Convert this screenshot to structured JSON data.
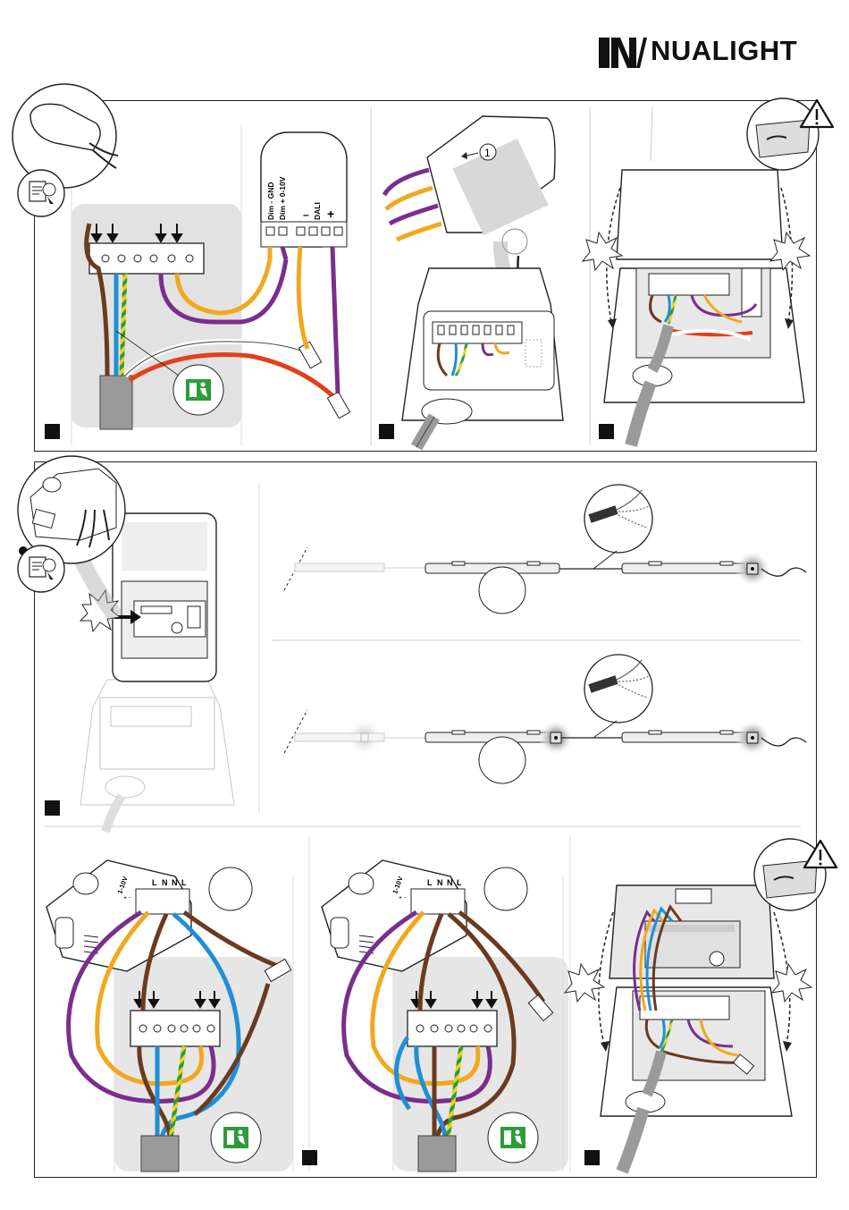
{
  "brand": {
    "name": "NUALIGHT"
  },
  "panel1": {
    "driver_labels": {
      "dim_minus": "Dim - GND",
      "dim_plus": "Dim + 0-10V",
      "minus": "–",
      "dali": "DALI",
      "plus": "+"
    }
  },
  "panel2": {
    "callout": "1"
  },
  "panel5": {
    "sensor_labels": {
      "dim": "1-10V",
      "polarity": "+ -",
      "l1": "L",
      "n1": "N",
      "n2": "N",
      "l2": "L"
    }
  },
  "panel6": {
    "sensor_labels": {
      "dim": "1-10V",
      "polarity": "+ -",
      "l1": "L",
      "n1": "N",
      "n2": "N",
      "l2": "L"
    }
  },
  "colors": {
    "brown": "#6b3a1f",
    "blue": "#1f8fd6",
    "yellow": "#f2a81d",
    "purple": "#7b2d8e",
    "red": "#e2401c",
    "green": "#2f9a3c",
    "earth_yellow": "#e9d21a",
    "grey": "#9a9a9a"
  },
  "icons": [
    "web-manual-icon",
    "emergency-exit-icon",
    "warning-icon",
    "arrow-down-icon"
  ]
}
